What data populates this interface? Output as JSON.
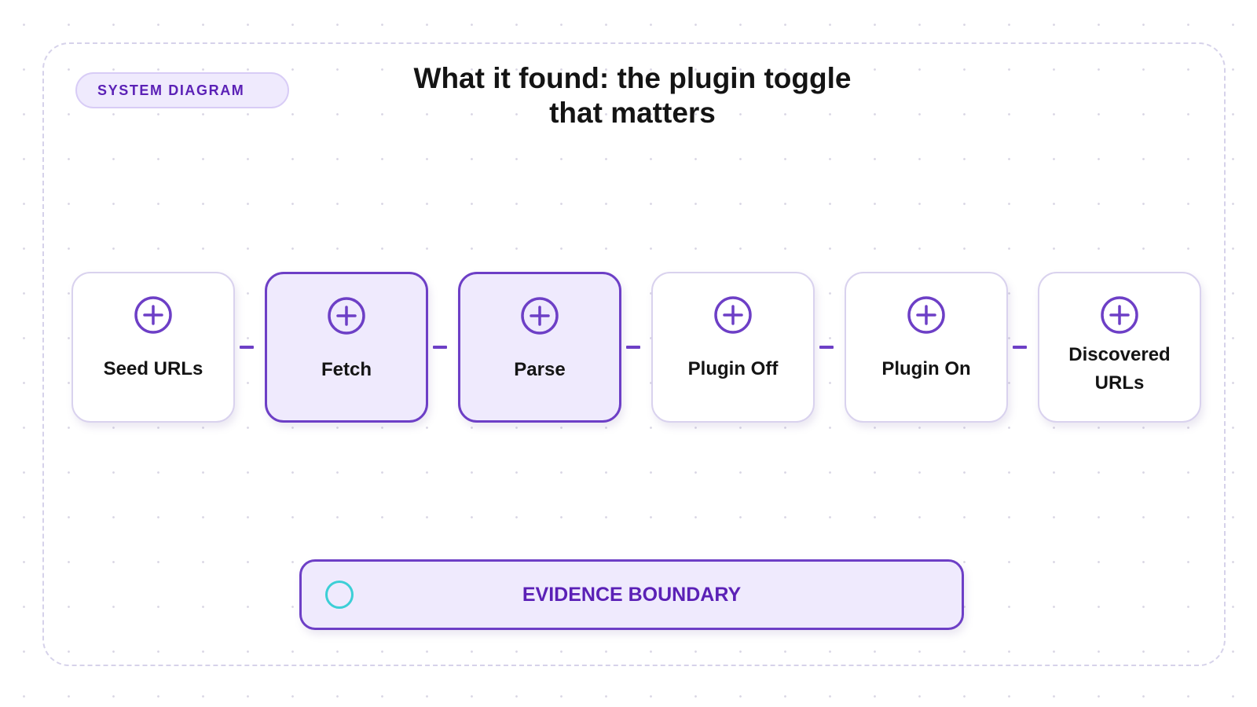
{
  "badge": {
    "label": "SYSTEM DIAGRAM"
  },
  "title": "What it found: the plugin toggle that matters",
  "nodes": [
    {
      "label": "Seed URLs",
      "icon": "plus-circle-icon",
      "highlighted": false
    },
    {
      "label": "Fetch",
      "icon": "plus-circle-icon",
      "highlighted": true
    },
    {
      "label": "Parse",
      "icon": "plus-circle-icon",
      "highlighted": true
    },
    {
      "label": "Plugin Off",
      "icon": "plus-circle-icon",
      "highlighted": false
    },
    {
      "label": "Plugin On",
      "icon": "plus-circle-icon",
      "highlighted": false
    },
    {
      "label": "Discovered URLs",
      "icon": "plus-circle-icon",
      "highlighted": false
    }
  ],
  "boundary": {
    "label": "EVIDENCE BOUNDARY",
    "icon": "circle-icon"
  },
  "colors": {
    "accent": "#6d3fc6",
    "accent_text": "#5b21b6",
    "highlight_fill": "#efeafd",
    "node_border": "#d9d2ee",
    "boundary_icon": "#3ccfd6"
  }
}
